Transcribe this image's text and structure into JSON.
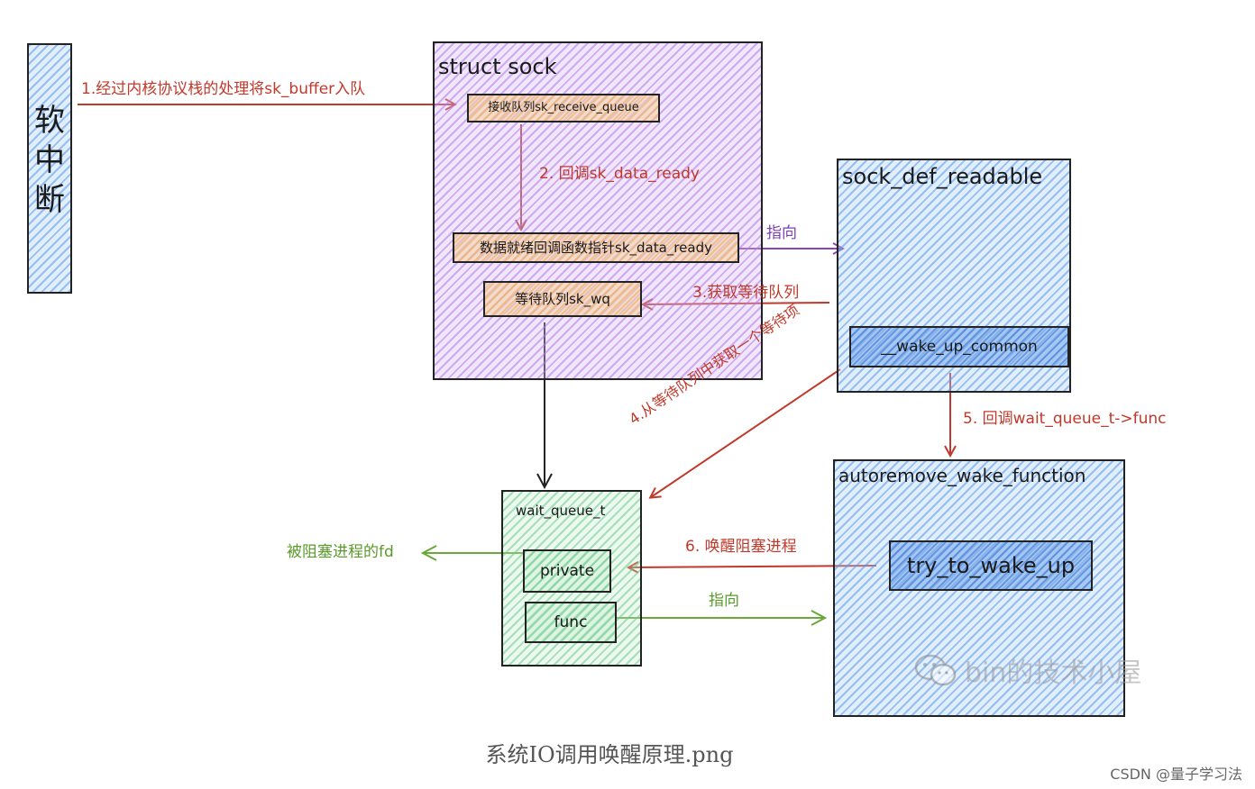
{
  "soft_irq": {
    "chars": [
      "软",
      "中",
      "断"
    ]
  },
  "struct_sock": {
    "title": "struct sock",
    "receive_queue": "接收队列sk_receive_queue",
    "data_ready_ptr": "数据就绪回调函数指针sk_data_ready",
    "wait_queue": "等待队列sk_wq"
  },
  "sock_def_readable": {
    "title": "sock_def_readable",
    "wake_up_common": "__wake_up_common"
  },
  "autoremove": {
    "title": "autoremove_wake_function",
    "try_to_wake_up": "try_to_wake_up"
  },
  "wait_queue_t": {
    "title": "wait_queue_t",
    "private": "private",
    "func": "func"
  },
  "edges": {
    "step1": "1.经过内核协议栈的处理将sk_buffer入队",
    "step2": "2. 回调sk_data_ready",
    "points_to_1": "指向",
    "step3": "3.获取等待队列",
    "step4": "4.从等待队列中获取一个等待项",
    "step5": "5. 回调wait_queue_t->func",
    "step6": "6. 唤醒阻塞进程",
    "blocked_fd": "被阻塞进程的fd",
    "points_to_2": "指向"
  },
  "watermark": "bin的技术小屋",
  "caption": "系统IO调用唤醒原理.png",
  "csdn_credit": "CSDN @量子学习法",
  "colors": {
    "red_arrow": "#c0392b",
    "purple_arrow": "#8e44ad",
    "green_arrow": "#6aa83a",
    "black_arrow": "#222222"
  }
}
